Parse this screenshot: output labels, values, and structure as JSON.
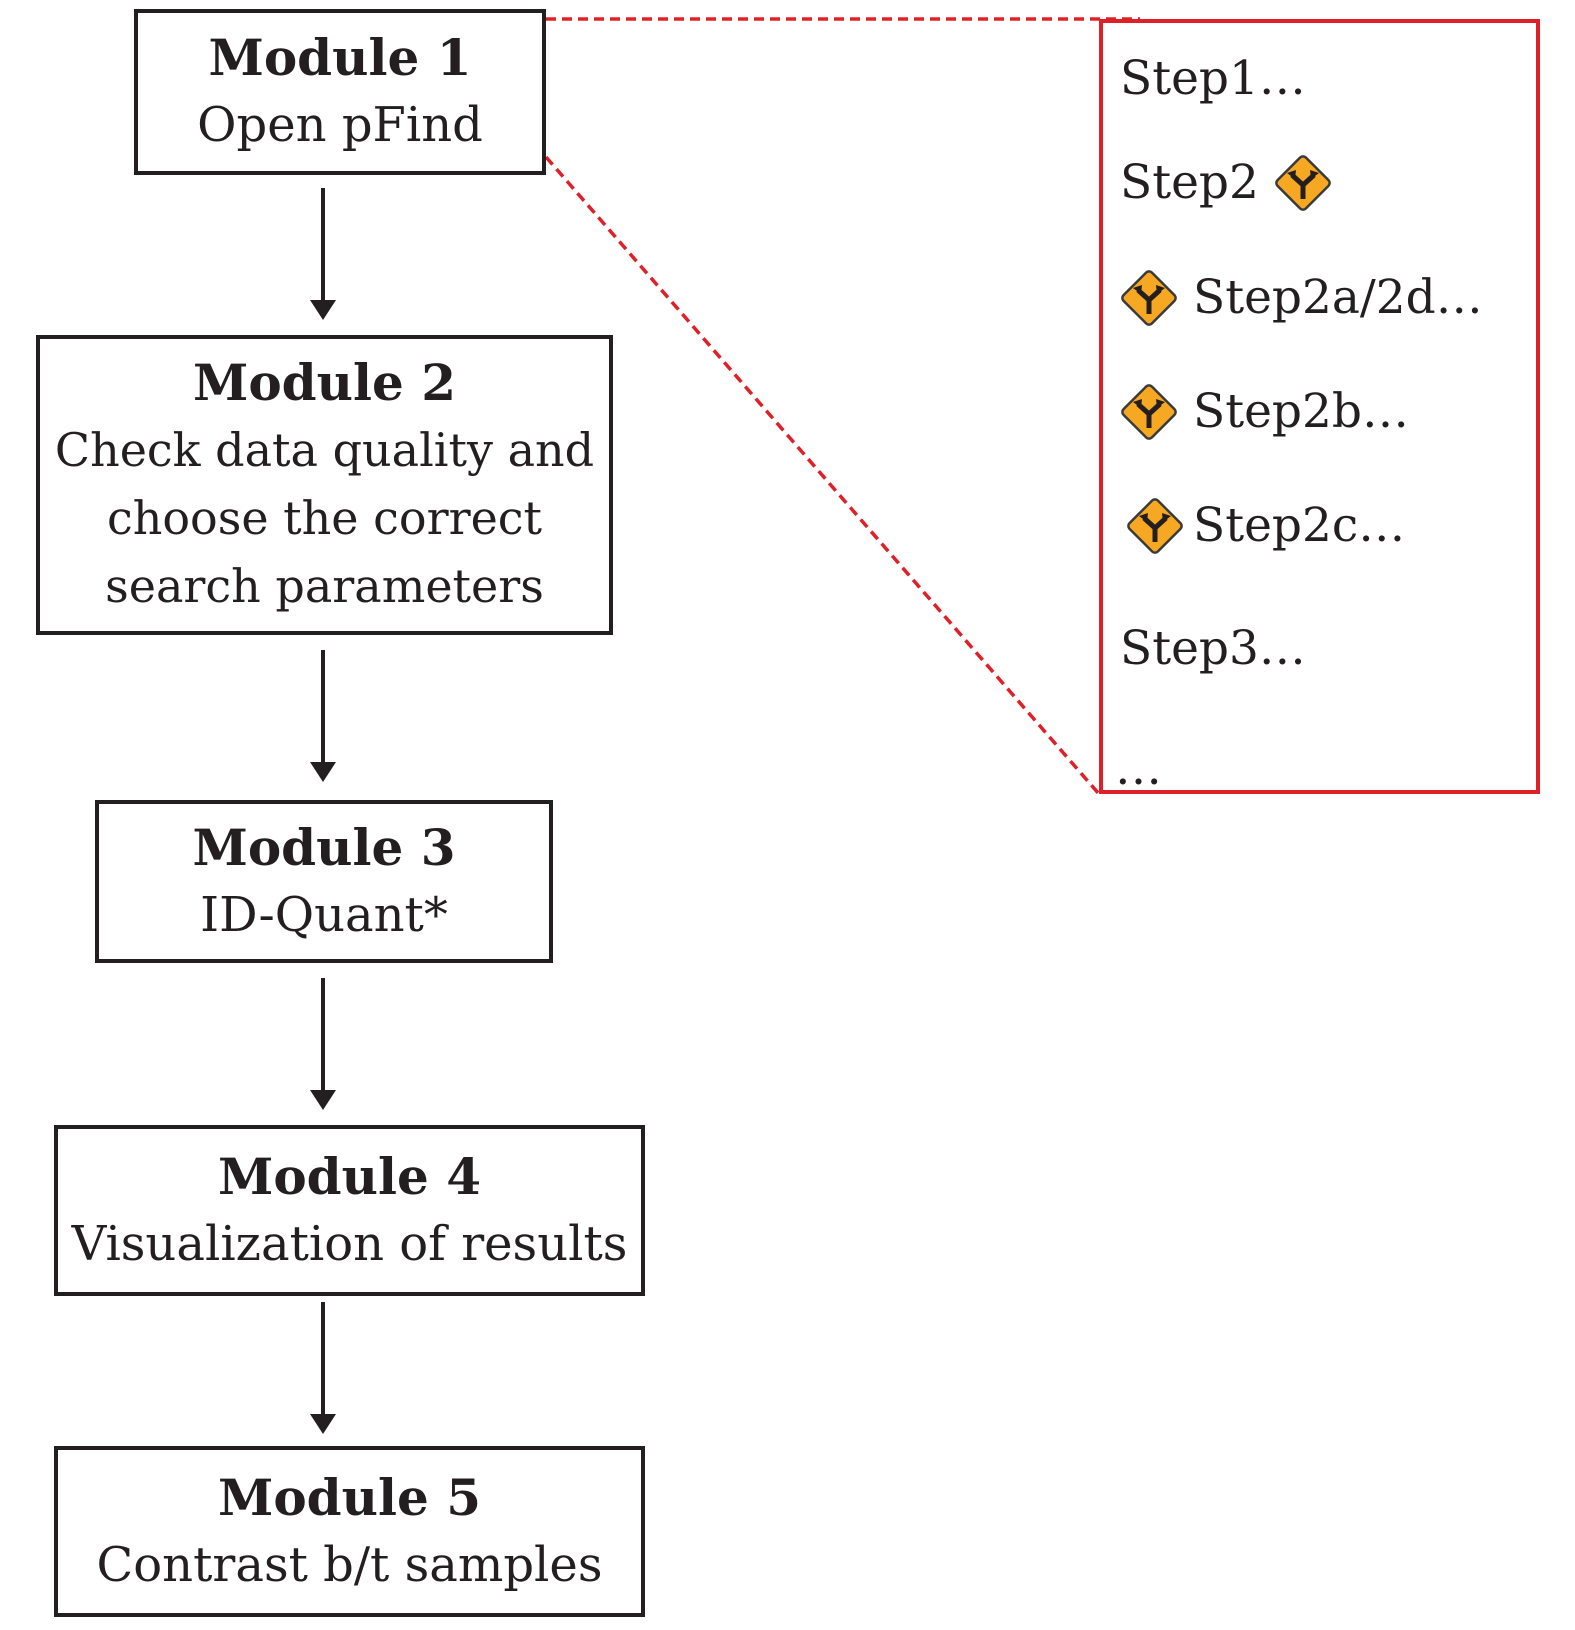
{
  "modules": [
    {
      "title": "Module 1",
      "lines": [
        "Open pFind"
      ]
    },
    {
      "title": "Module 2",
      "lines": [
        "Check data quality and",
        "choose the correct",
        "search parameters"
      ]
    },
    {
      "title": "Module 3",
      "lines": [
        "ID-Quant*"
      ]
    },
    {
      "title": "Module 4",
      "lines": [
        "Visualization of results"
      ]
    },
    {
      "title": "Module 5",
      "lines": [
        "Contrast b/t samples"
      ]
    }
  ],
  "detail": {
    "steps": [
      {
        "label": "Step1…",
        "icon": "none"
      },
      {
        "label": "Step2",
        "icon": "fork-road-sign"
      },
      {
        "label": "Step2a/2d…",
        "icon": "fork-road-sign"
      },
      {
        "label": "Step2b…",
        "icon": "fork-road-sign"
      },
      {
        "label": "Step2c…",
        "icon": "fork-road-sign"
      },
      {
        "label": "Step3…",
        "icon": "none"
      },
      {
        "label": "…",
        "icon": "none"
      }
    ]
  },
  "colors": {
    "text": "#231f20",
    "detail_border": "#e02027",
    "sign_fill": "#f7a823",
    "sign_symbol": "#231f20"
  }
}
